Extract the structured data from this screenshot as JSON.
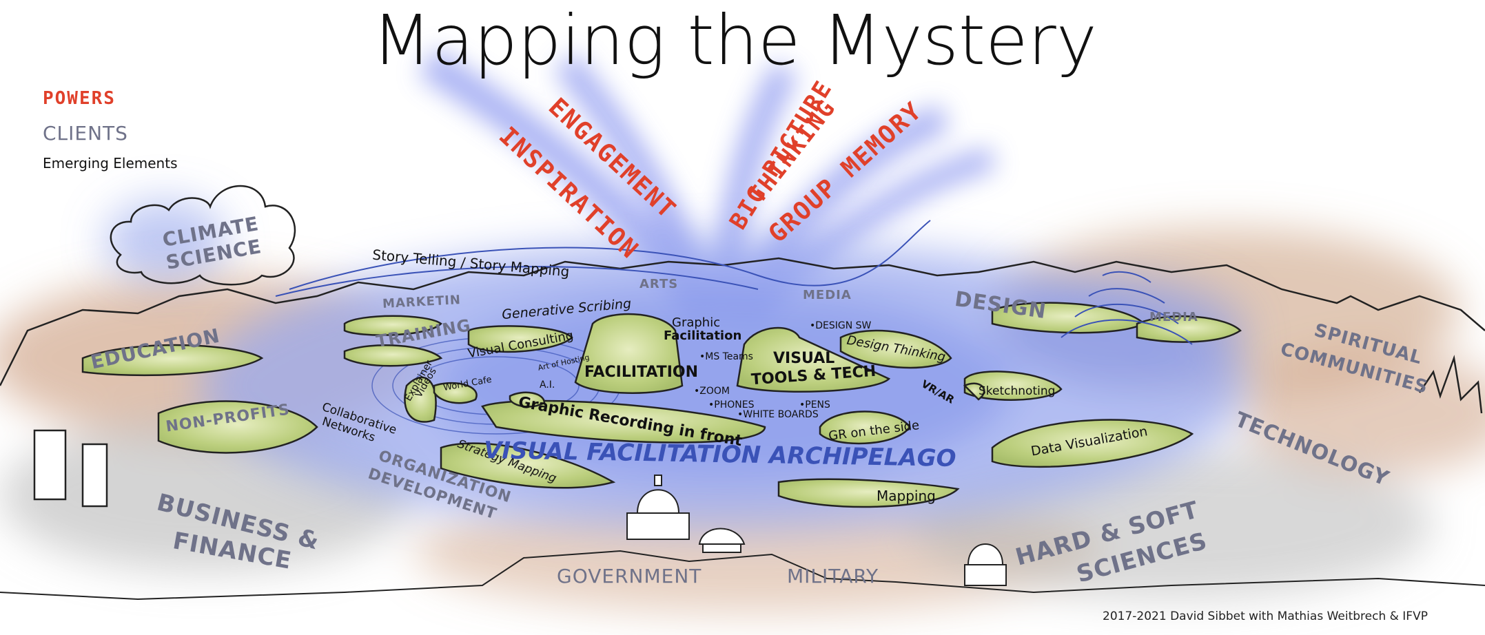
{
  "title": "Mapping the Mystery",
  "legend": {
    "powers": "POWERS",
    "clients": "CLIENTS",
    "emerging": "Emerging Elements"
  },
  "powers": {
    "engagement": "ENGAGEMENT",
    "inspiration": "INSPIRATION",
    "big_picture": "BIG PICTURE",
    "thinking": "THINKING",
    "group_memory": "GROUP MEMORY"
  },
  "clients": {
    "climate_science": [
      "CLIMATE",
      "SCIENCE"
    ],
    "education": "EDUCATION",
    "training": "TRAINING",
    "marketing": "MARKETIN",
    "arts": "ARTS",
    "media_top": "MEDIA",
    "design": "DESIGN",
    "media_right": "MEDIA",
    "spiritual": [
      "SPIRITUAL",
      "COMMUNITIES"
    ],
    "technology": "TECHNOLOGY",
    "non_profits": "NON-PROFITS",
    "organization": [
      "ORGANIZATION",
      "DEVELOPMENT"
    ],
    "business": [
      "BUSINESS &",
      "FINANCE"
    ],
    "government": "GOVERNMENT",
    "military": "MILITARY",
    "hard_soft": [
      "HARD & SOFT",
      "SCIENCES"
    ]
  },
  "elements": {
    "story_telling": "Story Telling / Story Mapping",
    "generative_scribing": "Generative Scribing",
    "graphic_facilitation": [
      "Graphic",
      "Facilitation"
    ],
    "visual_consulting": "Visual Consulting",
    "art_of_hosting": "Art of Hosting",
    "facilitation": "FACILITATION",
    "ms_teams": "•MS Teams",
    "design_sw": "•DESIGN SW",
    "visual_tools": [
      "VISUAL",
      "TOOLS & TECH"
    ],
    "design_thinking": "Design Thinking",
    "explainer_videos": [
      "Explainer",
      "Videos"
    ],
    "world_cafe": "World Cafe",
    "ai": "A.I.",
    "zoom": "•ZOOM",
    "phones": "•PHONES",
    "pens": "•PENS",
    "white_boards": "•WHITE BOARDS",
    "vr_ar": "VR/AR",
    "sketchnoting": "Sketchnoting",
    "collaborative_networks": [
      "Collaborative",
      "Networks"
    ],
    "graphic_recording": "Graphic Recording in front",
    "gr_on_side": "GR on the side",
    "strategy_mapping": "Strategy Mapping",
    "data_visualization": "Data Visualization",
    "mapping": "Mapping",
    "archipelago": "VISUAL FACILITATION ARCHIPELAGO"
  },
  "credit": "2017-2021 David Sibbet with Mathias Weitbrech & IFVP",
  "colors": {
    "powers": "#e0402a",
    "clients": "#6f7289",
    "water": "#9aa8ee",
    "island": "#c9d88f",
    "land": "#c99a7a"
  }
}
